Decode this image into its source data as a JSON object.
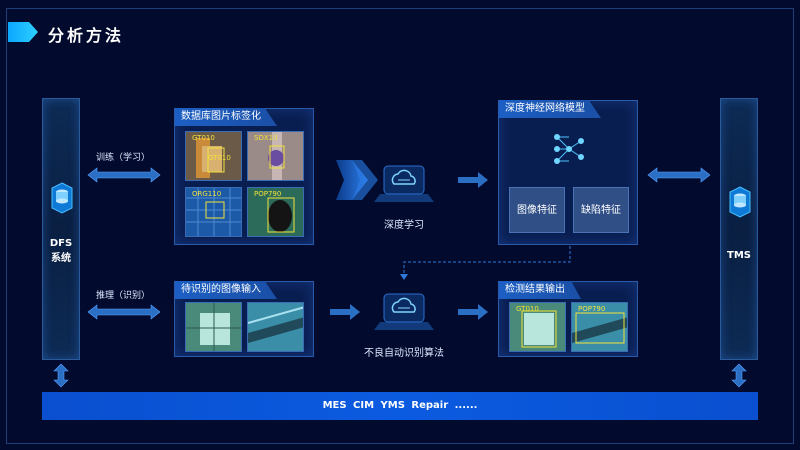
{
  "page_title": "分析方法",
  "dfs": {
    "line1": "DFS",
    "line2": "系统",
    "icon": "database-icon"
  },
  "tms": {
    "label": "TMS",
    "icon": "database-icon"
  },
  "edges": {
    "train": "训练（学习）",
    "infer": "推理（识别）"
  },
  "panels": {
    "db_labeling": {
      "title": "数据库图片标签化",
      "thumbs": [
        {
          "label_top": "GT010",
          "label_mid": "GT010"
        },
        {
          "label_top": "SDX10"
        },
        {
          "label_top": "ORG110"
        },
        {
          "label_top": "POP790"
        }
      ]
    },
    "dnn_model": {
      "title": "深度神经网络模型",
      "features": [
        "图像特征",
        "缺陷特征"
      ],
      "icon": "neural-network-icon"
    },
    "input_images": {
      "title": "待识别的图像输入"
    },
    "results": {
      "title": "检测结果输出",
      "thumbs": [
        {
          "label_top": "GT010"
        },
        {
          "label_top": "POP790"
        }
      ]
    }
  },
  "center": {
    "deep_learning": "深度学习",
    "auto_recognition": "不良自动识别算法",
    "icon": "cloud-network-icon"
  },
  "bottom_bar": "MES  CIM  YMS  Repair ......",
  "colors": {
    "background": "#020a2e",
    "accent": "#1c8fff",
    "bar": "#0b55d8"
  }
}
